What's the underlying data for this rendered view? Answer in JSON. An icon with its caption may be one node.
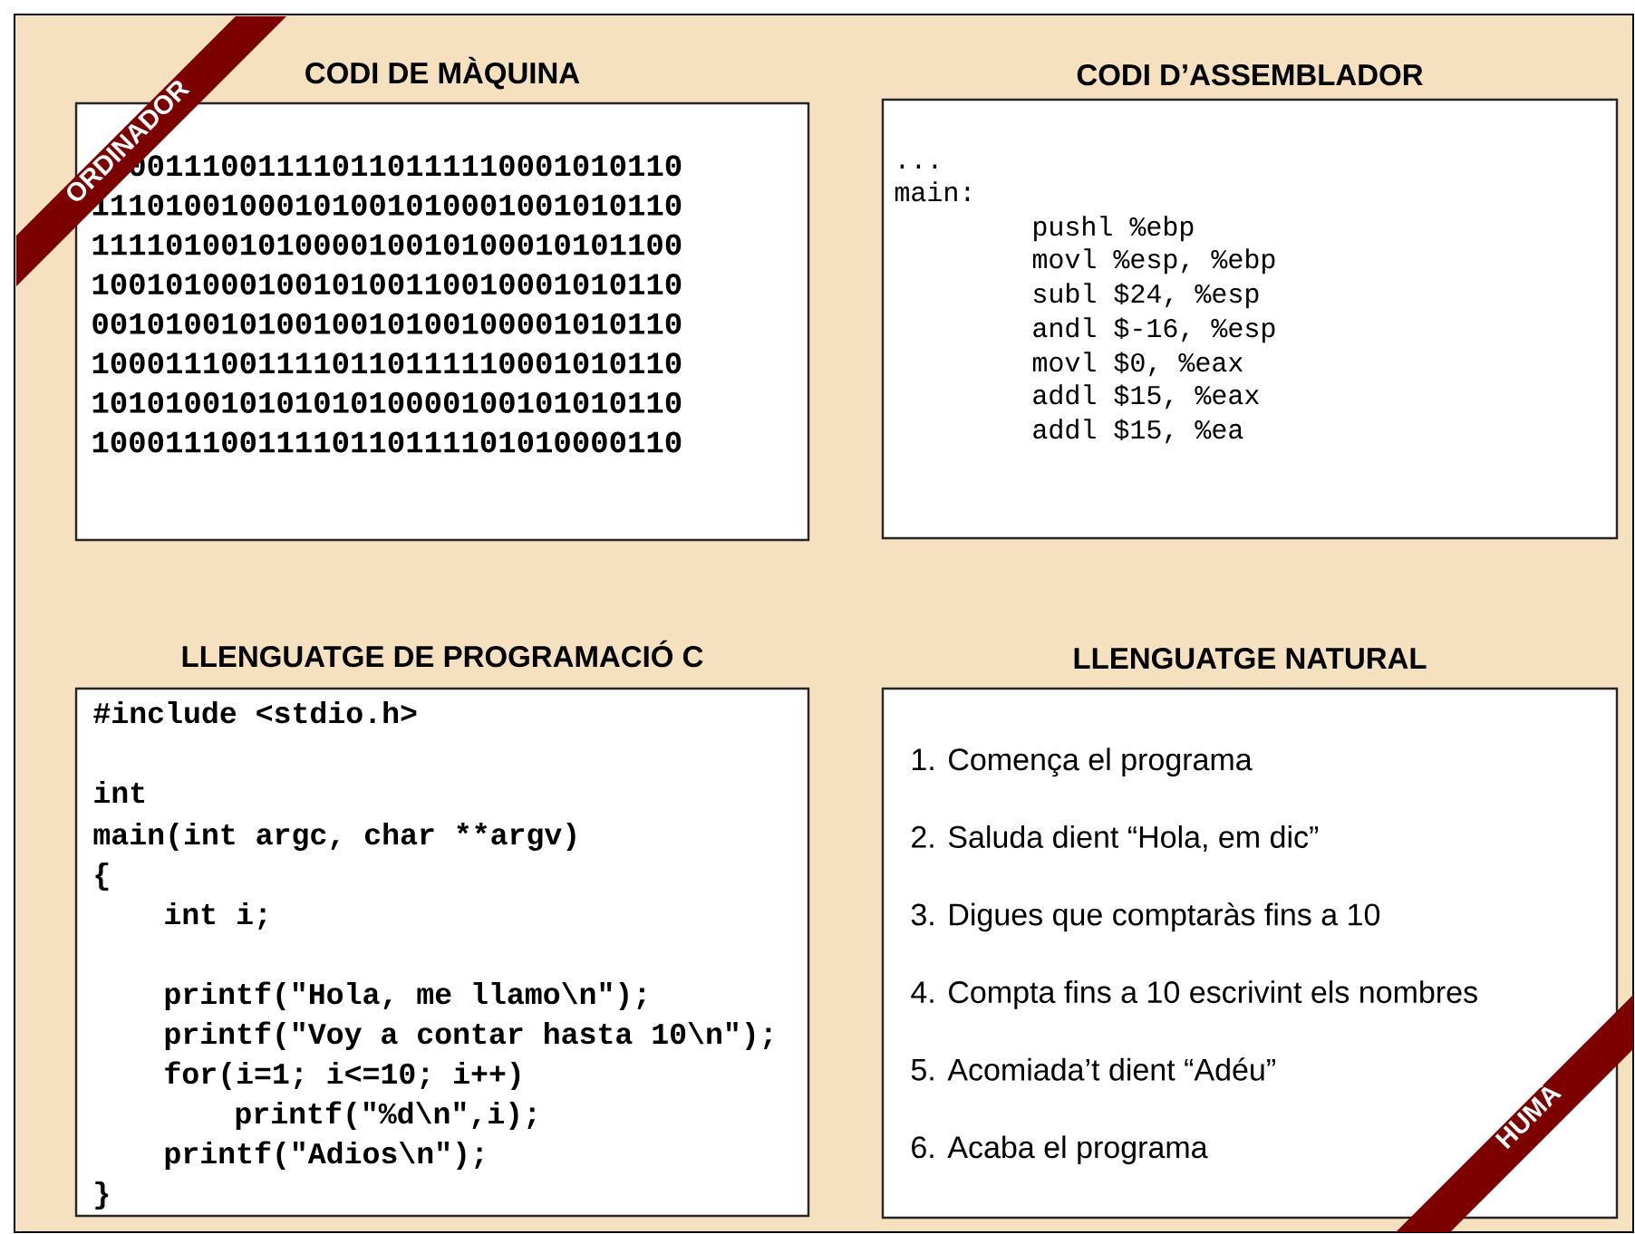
{
  "diagram": {
    "nodes": [
      {
        "text": [
          "CODI DE MÀQUINA",
          "10001110011110110111110001010110",
          "11101001000101001010001001010110",
          "11110100101000010010100010101100",
          "10010100010010100110010001010110",
          "00101001010010010100100001010110",
          "10001110011110110111110001010110",
          "10101001010101010000100101010110",
          "10001110011110110111101010000110"
        ]
      },
      {
        "text": [
          "CODI D’ASSEMBLADOR",
          "...",
          "main:",
          "pushl %ebp",
          "movl %esp, %ebp",
          "subl $24, %esp",
          "andl $-16, %esp",
          "movl $0, %eax",
          "addl $15, %eax",
          "addl $15, %ea"
        ]
      },
      {
        "text": [
          "LLENGUATGE DE PROGRAMACIÓ C",
          "#include <stdio.h>",
          "int",
          "main(int argc, char **argv)",
          "{",
          "int i;",
          "printf(\"Hola, me llamo\\n\");",
          "printf(\"Voy a contar hasta 10\\n\");",
          "for(i=1; i<=10; i++)",
          "printf(\"%d\\n\",i);",
          "printf(\"Adios\\n\");",
          "}"
        ]
      },
      {
        "text": [
          "LLENGUATGE NATURAL",
          "1. Comença el programa",
          "2. Saluda dient “Hola, em dic”",
          "3. Digues que comptaràs fins a 10",
          "4. Compta fins a 10 escrivint els nombres",
          "5. Acomiada’t dient “Adéu”",
          "6. Acaba el programa"
        ]
      }
    ],
    "labels": [
      "ORDINADOR",
      "HUMÀ"
    ]
  }
}
